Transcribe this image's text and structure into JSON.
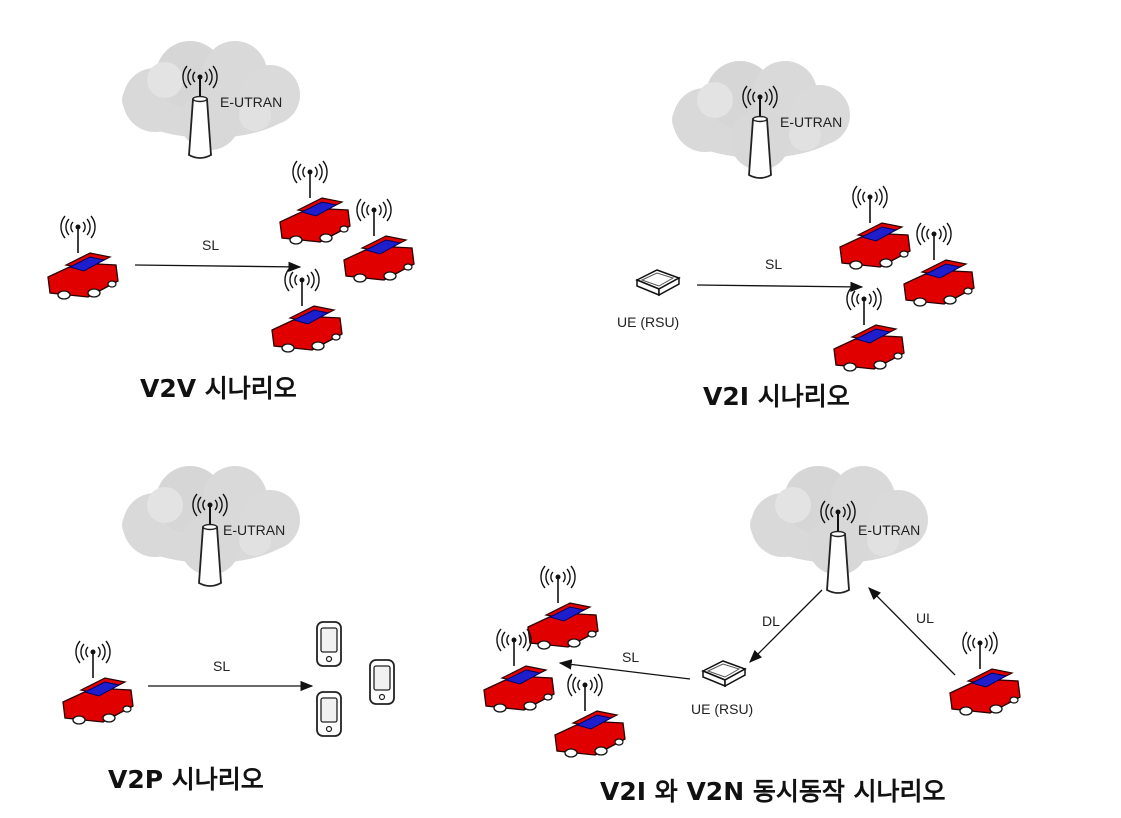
{
  "scenarios": {
    "v2v": {
      "title": "V2V 시나리오",
      "network": "E-UTRAN",
      "link": "SL"
    },
    "v2i": {
      "title": "V2I 시나리오",
      "network": "E-UTRAN",
      "link": "SL",
      "rsu": "UE (RSU)"
    },
    "v2p": {
      "title": "V2P 시나리오",
      "network": "E-UTRAN",
      "link": "SL"
    },
    "v2i_v2n": {
      "title": "V2I 와 V2N 동시동작 시나리오",
      "network": "E-UTRAN",
      "sidelink": "SL",
      "downlink": "DL",
      "uplink": "UL",
      "rsu": "UE (RSU)"
    }
  }
}
